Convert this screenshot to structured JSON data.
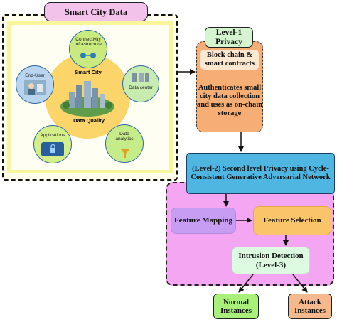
{
  "smart_city": {
    "title": "Smart City Data",
    "core_title": "Smart City",
    "core_subtitle": "Data Quality",
    "orbits": {
      "connectivity": "Connectivity infrastructure",
      "data_center": "Data center",
      "data_analytics": "Data analytics",
      "applications": "Applications",
      "end_user": "End-User"
    }
  },
  "level1": {
    "title": "Level-1 Privacy",
    "blockchain": "Block chain & smart contracts",
    "description": "Authenticates small city data collection and uses as on-chain storage"
  },
  "level2": {
    "text": "(Level-2) Second level  Privacy using Cycle-Consistent Generative Adversarial Network"
  },
  "level3": {
    "feature_mapping": "Feature Mapping",
    "feature_selection": "Feature Selection",
    "intrusion_detection": "Intrusion Detection (Level-3)"
  },
  "outputs": {
    "normal": "Normal Instances",
    "attack": "Attack Instances"
  },
  "colors": {
    "panel_border": "#111111",
    "smart_panel_bg": "#fffdeb",
    "smart_title_bg": "#f2c2ea",
    "core_circle": "#fbd46a",
    "level1_panel": "#f7ae74",
    "level2_box": "#4fb6e2",
    "level3_panel": "#f5a6f2",
    "feature_mapping": "#c79cf3",
    "feature_selection": "#fac56a",
    "intrusion": "#dcfbe0",
    "normal": "#a8f07a",
    "attack": "#f6b98e"
  }
}
